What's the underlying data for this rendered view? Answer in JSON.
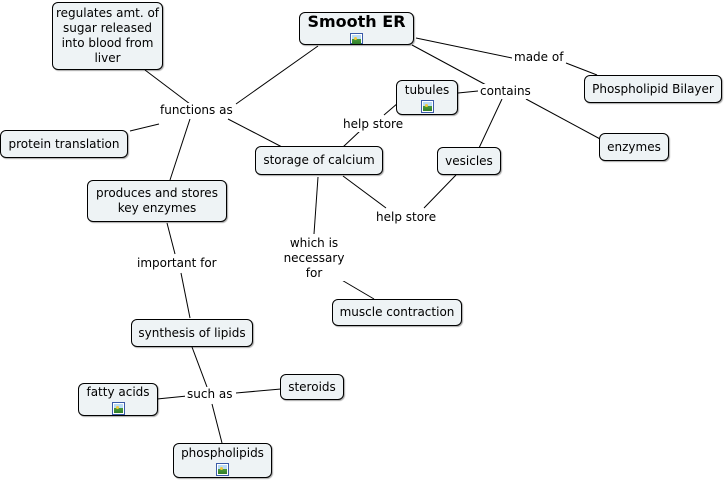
{
  "map": {
    "title": "Smooth ER",
    "nodes": {
      "regulates": "regulates amt. of sugar released into blood from liver",
      "protein_translation": "protein translation",
      "produces_enzymes": "produces and stores key enzymes",
      "storage_calcium": "storage of calcium",
      "tubules": "tubules",
      "vesicles": "vesicles",
      "phospholipid_bilayer": "Phospholipid Bilayer",
      "enzymes": "enzymes",
      "muscle_contraction": "muscle contraction",
      "synthesis_lipids": "synthesis of lipids",
      "fatty_acids": "fatty acids",
      "steroids": "steroids",
      "phospholipids": "phospholipids"
    },
    "links": {
      "functions_as": "functions as",
      "made_of": "made of",
      "contains": "contains",
      "help_store_1": "help store",
      "help_store_2": "help store",
      "which_is_necessary": "which is necessary for",
      "important_for": "important for",
      "such_as": "such as"
    },
    "icons": {
      "title": "image-resource-icon",
      "tubules": "image-resource-icon",
      "fatty_acids": "image-resource-icon",
      "phospholipids": "image-resource-icon"
    }
  },
  "colors": {
    "node_fill": "#eef3f5",
    "node_border": "#000000",
    "line": "#000000",
    "background": "#ffffff"
  }
}
